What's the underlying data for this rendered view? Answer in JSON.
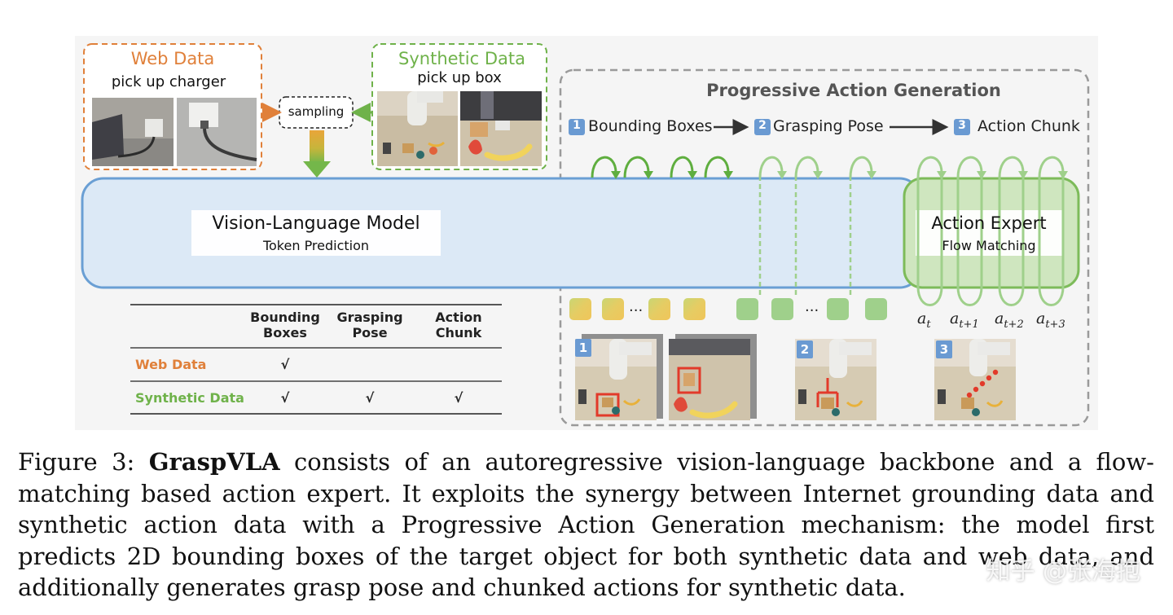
{
  "web_data": {
    "title": "Web Data",
    "instruction": "pick up charger"
  },
  "synthetic_data": {
    "title": "Synthetic Data",
    "instruction": "pick up box"
  },
  "sampling_label": "sampling",
  "vlm": {
    "title": "Vision-Language Model",
    "subtitle": "Token Prediction"
  },
  "pag": {
    "title": "Progressive Action Generation",
    "steps": [
      {
        "num": "1",
        "label": "Bounding Boxes"
      },
      {
        "num": "2",
        "label": "Grasping Pose"
      },
      {
        "num": "3",
        "label": "Action Chunk"
      }
    ],
    "ellipsis": "..."
  },
  "action_expert": {
    "title": "Action Expert",
    "subtitle": "Flow Matching"
  },
  "actions": {
    "base": "a",
    "subs": [
      "t",
      "t+1",
      "t+2",
      "t+3"
    ]
  },
  "table": {
    "headers": [
      "Bounding\nBoxes",
      "Grasping\nPose",
      "Action\nChunk"
    ],
    "rows": [
      {
        "label": "Web Data",
        "cells": [
          "√",
          "",
          ""
        ]
      },
      {
        "label": "Synthetic Data",
        "cells": [
          "√",
          "√",
          "√"
        ]
      }
    ]
  },
  "figure_labels": {
    "step1": "1",
    "step2": "2",
    "step3": "3"
  },
  "caption": {
    "prefix": "Figure 3: ",
    "name": "GraspVLA",
    "text": " consists of an autoregressive vision-language backbone and a flow-matching based action expert.  It exploits the synergy between Internet grounding data and synthetic action data with a Progressive Action Generation mechanism: the model first predicts 2D bounding boxes of the target object for both synthetic data and web data, and additionally generates grasp pose and chunked actions for synthetic data."
  },
  "watermark": "知乎 @张海抱",
  "colors": {
    "web": "#e0803a",
    "synthetic": "#6fb24a",
    "vlm_fill": "#dce9f6",
    "vlm_border": "#6a9fd4",
    "expert_fill": "#cfe6bf",
    "expert_border": "#7dbb5a",
    "dashed": "#9a9a9a"
  }
}
